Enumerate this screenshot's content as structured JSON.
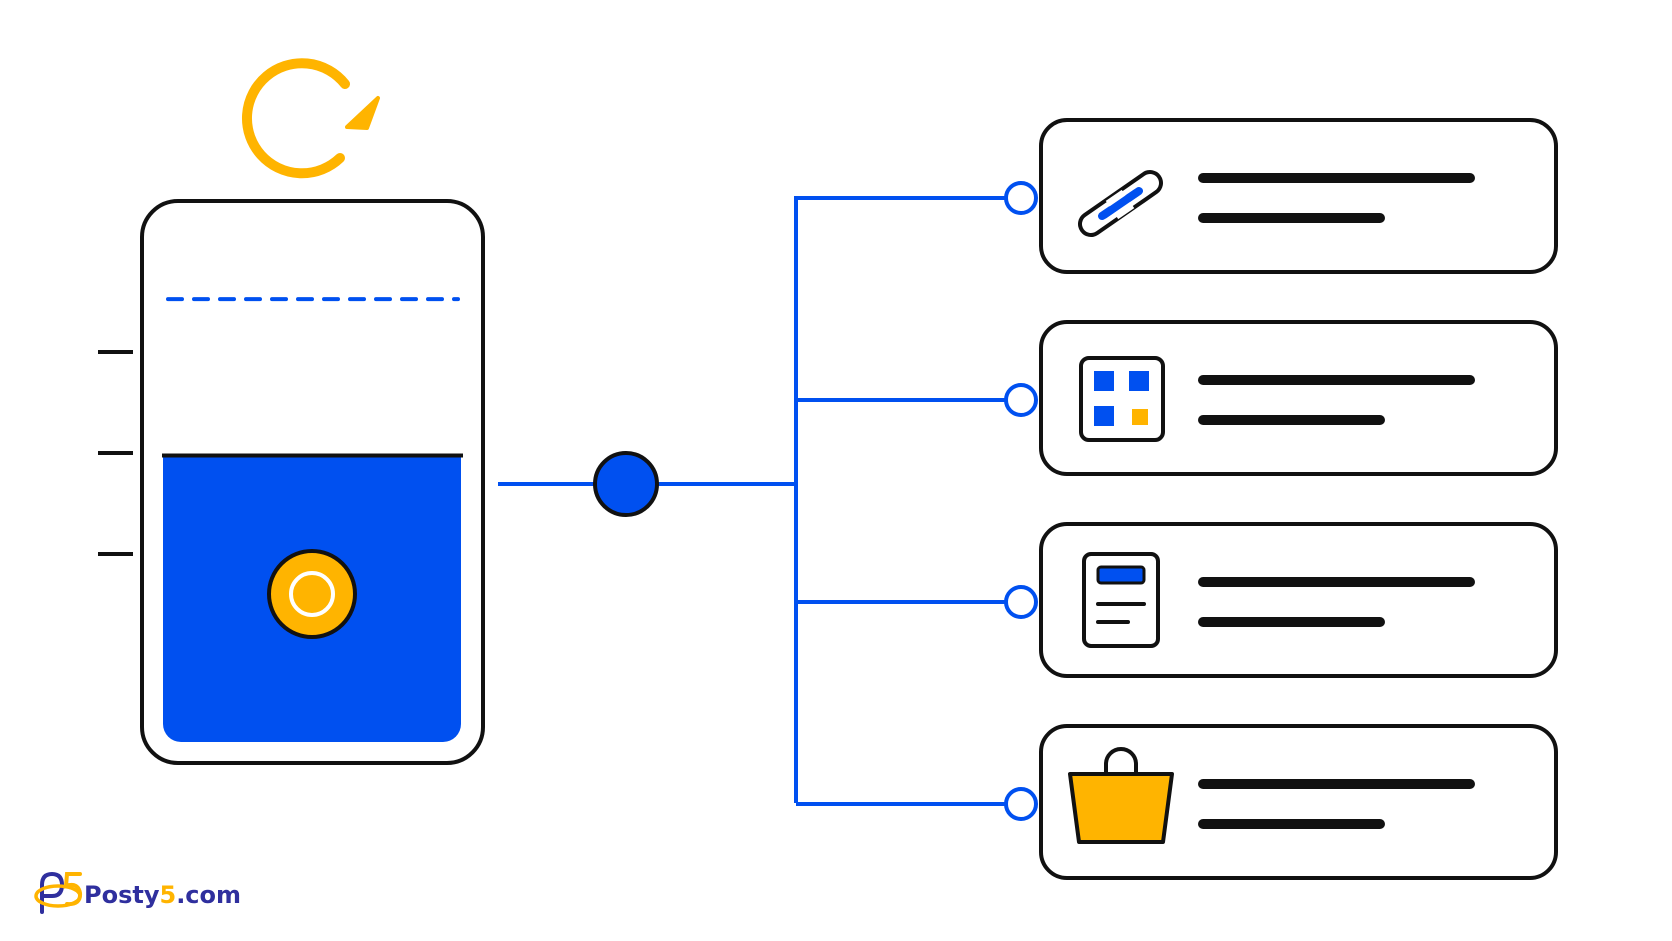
{
  "brand": {
    "name_part1": "Posty",
    "name_part2": "5",
    "name_part3": ".com"
  },
  "colors": {
    "blue": "#0050f0",
    "yellow": "#ffb400",
    "outline": "#111111",
    "logo_navy": "#2f2f9e",
    "logo_blue": "#2f6ff0",
    "logo_yellow": "#ffb400",
    "background": "#ffffff"
  },
  "container": {
    "fill_level": 0.55,
    "threshold_level": 0.85
  },
  "cards": [
    {
      "icon": "link-icon"
    },
    {
      "icon": "grid-icon"
    },
    {
      "icon": "document-icon"
    },
    {
      "icon": "shopping-bag-icon"
    }
  ]
}
